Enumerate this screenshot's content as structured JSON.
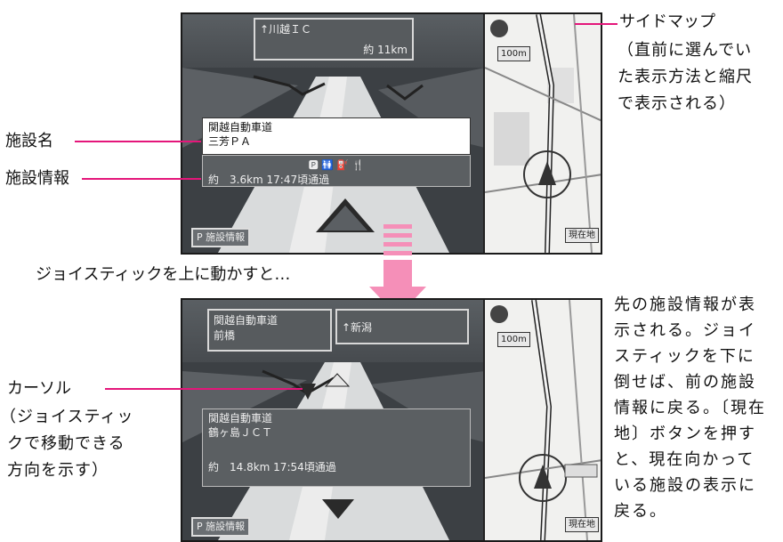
{
  "top_screen": {
    "sign_direction": "↑川越ＩＣ",
    "sign_distance": "約 11km",
    "facility_name_line1": "関越自動車道",
    "facility_name_line2": "三芳ＰＡ",
    "facility_amenities": "🅿 🚻 ⛽ 🍴",
    "facility_info": "約　3.6km 17:47頃通過",
    "bottom_button": "P 施設情報",
    "map_scale": "100m",
    "map_bottom_chip": "現在地"
  },
  "bottom_screen": {
    "sign_left_line1": "関越自動車道",
    "sign_left_line2": "前橋",
    "sign_right": "↑新潟",
    "facility_name_line1": "関越自動車道",
    "facility_name_line2": "鶴ヶ島ＪＣＴ",
    "facility_info": "約　14.8km 17:54頃通過",
    "bottom_button": "P 施設情報",
    "map_scale": "100m",
    "map_bottom_chip": "現在地"
  },
  "labels": {
    "facility_name": "施設名",
    "facility_info": "施設情報",
    "side_map_title": "サイドマップ",
    "side_map_desc1": "（直前に選んでい",
    "side_map_desc2": "た表示方法と縮尺",
    "side_map_desc3": "で表示される）",
    "joystick_up": "ジョイスティックを上に動かすと…",
    "cursor": "カーソル",
    "cursor_desc1": "（ジョイスティッ",
    "cursor_desc2": "クで移動できる",
    "cursor_desc3": "方向を示す）"
  },
  "explanation": [
    "先の施設情報が表",
    "示される。ジョイ",
    "スティックを下に",
    "倒せば、前の施設",
    "情報に戻る。〔現在",
    "地〕ボタンを押す",
    "と、現在向かって",
    "いる施設の表示に",
    "戻る。"
  ],
  "colors": {
    "leader_line": "#e4167a",
    "arrow": "#f58fb8"
  }
}
